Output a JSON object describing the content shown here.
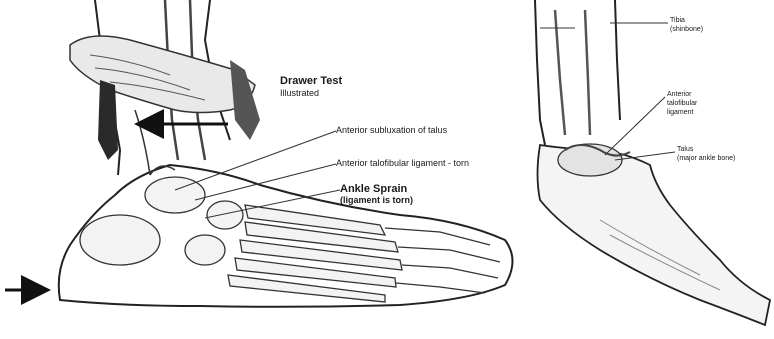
{
  "left_panel": {
    "drawer_test_title": "Drawer Test",
    "drawer_test_subtitle": "Illustrated",
    "label_anterior_subluxation": "Anterior subluxation of talus",
    "label_ligament_torn": "Anterior talofibular ligament - torn",
    "ankle_sprain_title": "Ankle Sprain",
    "ankle_sprain_subtitle": "(ligament is torn)"
  },
  "right_panel": {
    "tibia_label": "Tibia",
    "tibia_sub": "(shinbone)",
    "atfl_line1": "Anterior",
    "atfl_line2": "talofibular",
    "atfl_line3": "ligament",
    "talus_label": "Talus",
    "talus_sub": "(major ankle bone)"
  },
  "colors": {
    "ink": "#1a1a1a",
    "shade": "#6e6e6e",
    "paper": "#ffffff"
  }
}
